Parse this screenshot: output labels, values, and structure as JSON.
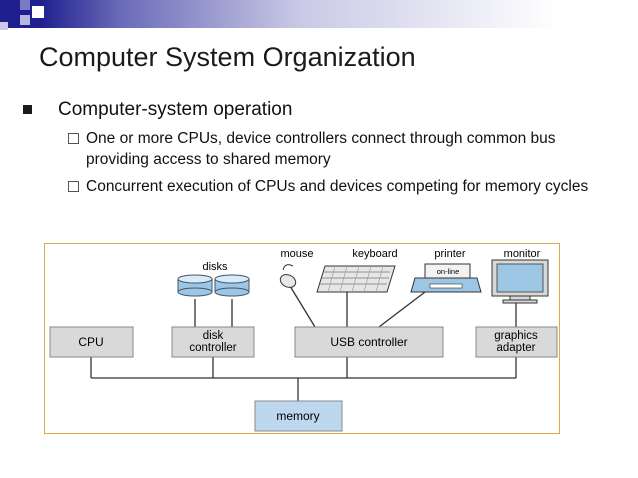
{
  "slide": {
    "title": "Computer System Organization",
    "bullet": "Computer-system operation",
    "subbullets": [
      "One or more CPUs, device controllers connect through common bus providing access to shared memory",
      "Concurrent execution of CPUs and devices competing for memory cycles"
    ]
  },
  "diagram": {
    "labels": {
      "disks": "disks",
      "mouse": "mouse",
      "keyboard": "keyboard",
      "printer": "printer",
      "monitor": "monitor",
      "online": "on-line",
      "cpu": "CPU",
      "disk_controller_1": "disk",
      "disk_controller_2": "controller",
      "usb_controller": "USB controller",
      "graphics_adapter_1": "graphics",
      "graphics_adapter_2": "adapter",
      "memory": "memory"
    },
    "colors": {
      "box_fill": "#d9d9d9",
      "memory_fill": "#bdd7ee",
      "disk_fill": "#9cc6e4",
      "border": "#e0a64d"
    }
  },
  "decor": {
    "accent": "#1f1f8f",
    "bar_start": "#1f1f8f"
  }
}
